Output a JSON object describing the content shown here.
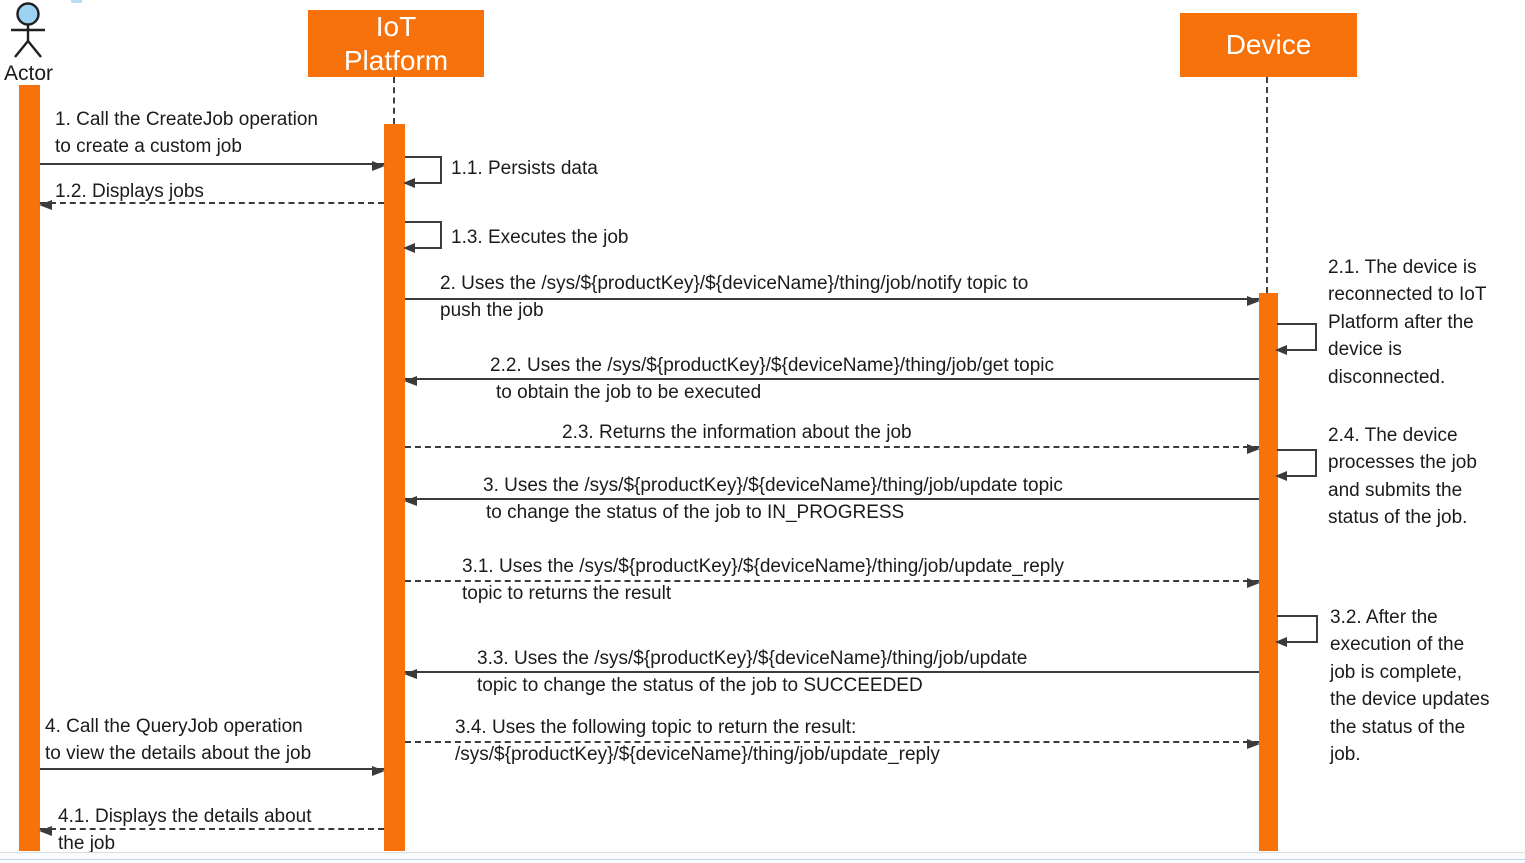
{
  "colors": {
    "accent_orange": "#F8720B",
    "line_color": "#3B3B3B",
    "text_color": "#1B1B1B",
    "actor_head_fill": "#9CD2F2"
  },
  "participants": {
    "actor": {
      "label": "Actor"
    },
    "iot_platform": {
      "label_line1": "IoT",
      "label_line2": "Platform"
    },
    "device": {
      "label": "Device"
    }
  },
  "messages": {
    "m1": {
      "line1": "1. Call the CreateJob operation",
      "line2": "to create a custom job"
    },
    "m1_1": {
      "text": "1.1. Persists data"
    },
    "m1_2": {
      "text": "1.2. Displays jobs"
    },
    "m1_3": {
      "text": "1.3. Executes the job"
    },
    "m2": {
      "line1": "2. Uses the /sys/${productKey}/${deviceName}/thing/job/notify topic to",
      "line2": "push the job"
    },
    "m2_1": {
      "lines": [
        "2.1. The device is",
        "reconnected to IoT",
        "Platform after the",
        "device is",
        "disconnected."
      ]
    },
    "m2_2": {
      "line1": "2.2. Uses the /sys/${productKey}/${deviceName}/thing/job/get topic",
      "line2": "to obtain the job to be executed"
    },
    "m2_3": {
      "text": "2.3. Returns the information about the job"
    },
    "m2_4": {
      "lines": [
        "2.4. The device",
        "processes the job",
        "and submits the",
        "status of the job."
      ]
    },
    "m3": {
      "line1": "3. Uses the /sys/${productKey}/${deviceName}/thing/job/update topic",
      "line2": "to change the status of the job to IN_PROGRESS"
    },
    "m3_1": {
      "line1": "3.1. Uses the /sys/${productKey}/${deviceName}/thing/job/update_reply",
      "line2": "topic to returns the result"
    },
    "m3_2": {
      "lines": [
        "3.2. After the",
        "execution of the",
        "job is complete,",
        "the device updates",
        "the status of the",
        "job."
      ]
    },
    "m3_3": {
      "line1": "3.3. Uses the /sys/${productKey}/${deviceName}/thing/job/update",
      "line2": "topic to change the status of the job to SUCCEEDED"
    },
    "m3_4": {
      "line1": "3.4. Uses the following topic to return the result:",
      "line2": "/sys/${productKey}/${deviceName}/thing/job/update_reply"
    },
    "m4": {
      "line1": "4. Call the QueryJob operation",
      "line2": "to view the details about the job"
    },
    "m4_1": {
      "line1": "4.1. Displays the details about",
      "line2": "the job"
    }
  }
}
